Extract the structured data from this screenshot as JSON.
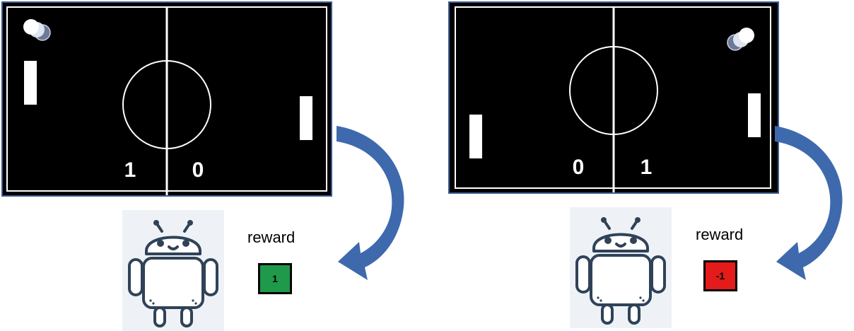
{
  "left_panel": {
    "score_left": "1",
    "score_right": "0",
    "reward_label": "reward",
    "reward_value": "1",
    "reward_color": "#1f9a4a",
    "ball_corner": "top-left",
    "outcome": "left player scored"
  },
  "right_panel": {
    "score_left": "0",
    "score_right": "1",
    "reward_label": "reward",
    "reward_value": "-1",
    "reward_color": "#e31b1b",
    "ball_corner": "top-right",
    "outcome": "right player scored"
  },
  "colors": {
    "court": "#000000",
    "court_border": "#3b5a93",
    "court_lines": "#ffffff",
    "arrow": "#3e69ad",
    "robot_outline": "#2f4258",
    "robot_tile": "#eef2f6"
  },
  "icons": [
    "pong-ball-icon",
    "robot-agent-icon",
    "curved-arrow-icon"
  ]
}
